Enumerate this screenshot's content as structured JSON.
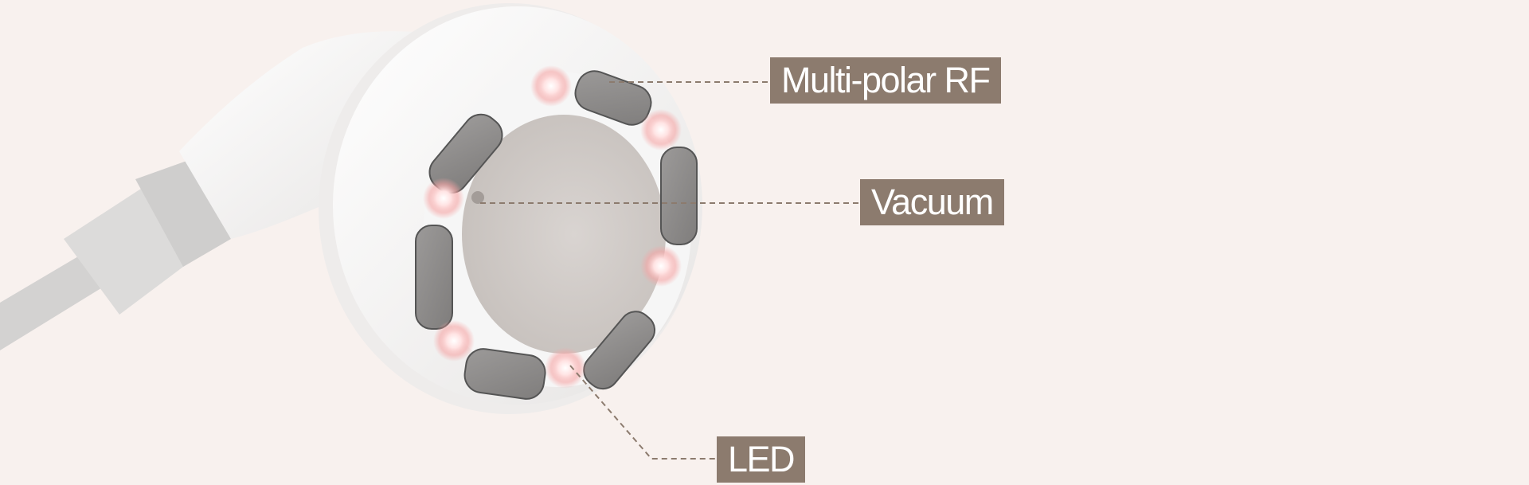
{
  "labels": {
    "multipolar_rf": "Multi-polar RF",
    "vacuum": "Vacuum",
    "led": "LED"
  },
  "colors": {
    "background": "#f8f1ee",
    "label_bg": "#8c7b6e",
    "label_text": "#ffffff",
    "leader_line": "#8c7b6e",
    "led_glow": "#f08a8a"
  }
}
